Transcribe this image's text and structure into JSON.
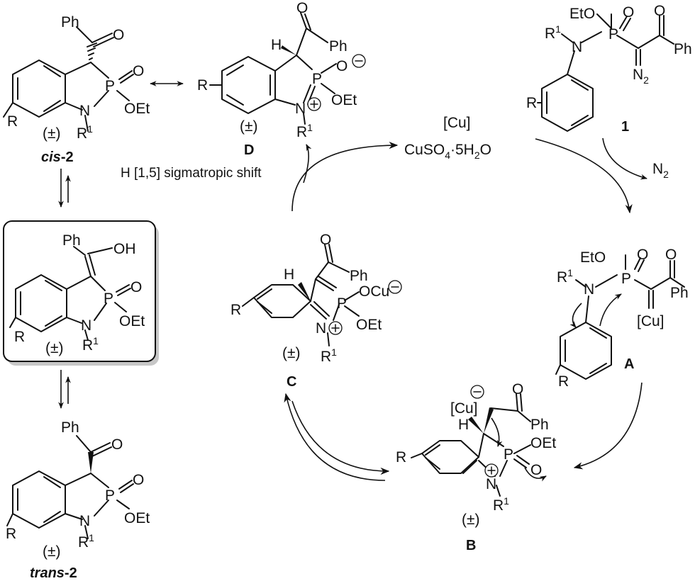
{
  "labels": {
    "ph": "Ph",
    "o": "O",
    "p": "P",
    "n": "N",
    "h": "H",
    "r": "R",
    "r1_base": "R",
    "one": "1",
    "two": "2",
    "four": "4",
    "oet": "OEt",
    "eto": "EtO",
    "oh": "OH",
    "ocu": "OCu",
    "cu_bracket": "[Cu]",
    "n2_base": "N",
    "pm": "±",
    "plus": "+",
    "minus": "−",
    "paren_open": "(",
    "paren_close": ")",
    "catalyst_top": "[Cu]",
    "catalyst_formula_a": "CuSO",
    "catalyst_formula_b": "·5H",
    "catalyst_formula_c": "O",
    "shift_label": "H [1,5] sigmatropic shift"
  },
  "compounds": {
    "cis2_italic": "cis",
    "cis2_suffix": "-2",
    "trans2_italic": "trans",
    "trans2_suffix": "-2",
    "D": "D",
    "one": "1",
    "A": "A",
    "B": "B",
    "C": "C"
  }
}
